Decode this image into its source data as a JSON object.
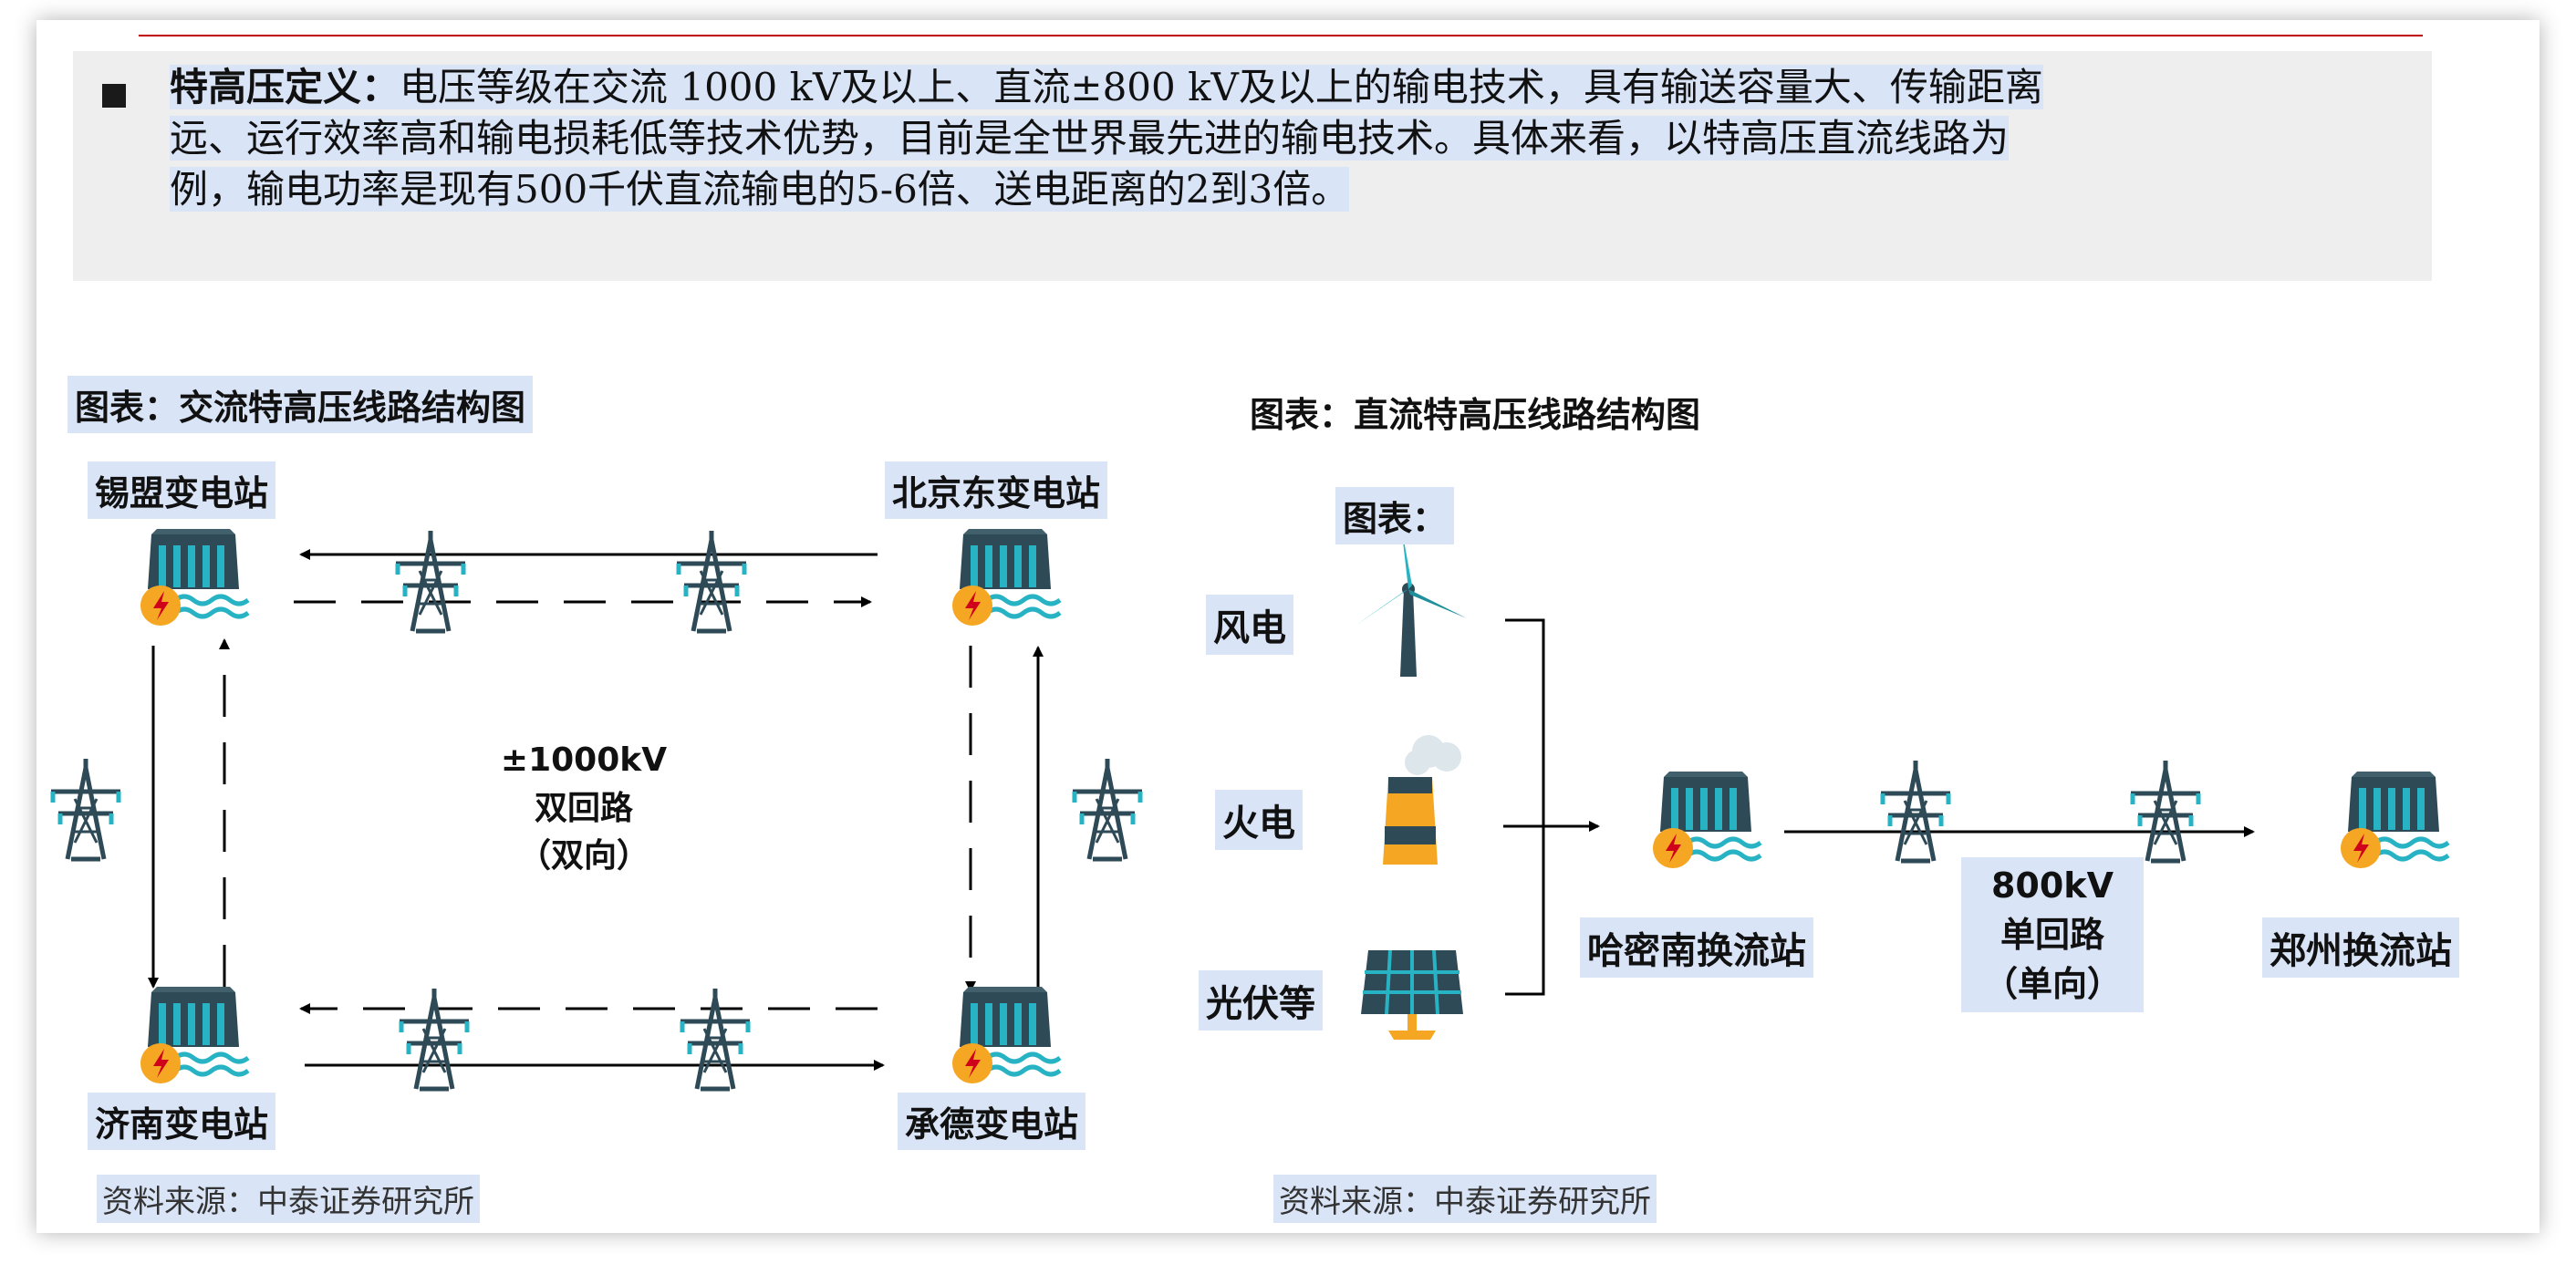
{
  "definition": {
    "term": "特高压定义：",
    "line1": "电压等级在交流 1000 kV及以上、直流±800 kV及以上的输电技术，具有输送容量大、传输距离",
    "line2": "远、运行效率高和输电损耗低等技术优势，目前是全世界最先进的输电技术。具体来看，以特高压直流线路为",
    "line3": "例，输电功率是现有500千伏直流输电的5-6倍、送电距离的2到3倍。"
  },
  "ac_chart": {
    "title": "图表：交流特高压线路结构图",
    "stations": {
      "top_left": "锡盟变电站",
      "top_right": "北京东变电站",
      "bottom_left": "济南变电站",
      "bottom_right": "承德变电站"
    },
    "center": {
      "voltage": "±1000kV",
      "circuit": "双回路",
      "direction": "（双向）"
    },
    "source": "资料来源：中泰证券研究所"
  },
  "dc_chart": {
    "title": "图表：直流特高压线路结构图",
    "sub_title": "图表：",
    "sources": [
      "风电",
      "火电",
      "光伏等"
    ],
    "sending_station": "哈密南换流站",
    "receiving_station": "郑州换流站",
    "line": {
      "voltage": "800kV",
      "circuit": "单回路",
      "direction": "（单向）"
    },
    "source": "资料来源：中泰证券研究所"
  },
  "colors": {
    "label_highlight": "#d9e4f7",
    "top_rule": "#c00000",
    "station_blue": "#2e4a57",
    "station_cyan": "#27b3c4",
    "bolt_orange": "#f5a623"
  }
}
